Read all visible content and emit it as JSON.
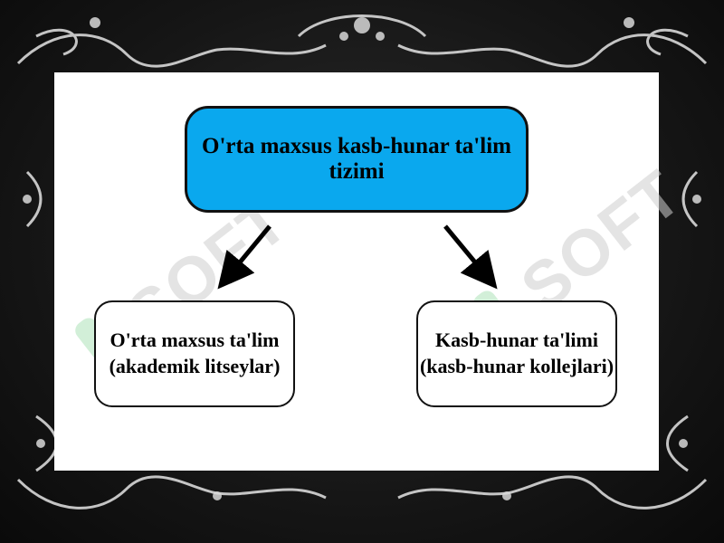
{
  "diagram": {
    "root": {
      "label": "O'rta maxsus kasb-hunar ta'lim tizimi"
    },
    "children": [
      {
        "line1": "O'rta maxsus ta'lim",
        "line2": "(akademik litseylar)"
      },
      {
        "line1": "Kasb-hunar ta'limi",
        "line2": "(kasb-hunar kollejlari)"
      }
    ]
  },
  "watermark": {
    "text": "SOFT"
  },
  "colors": {
    "root_fill": "#0aa8ee",
    "background": "#1a1a1a",
    "ornament": "#d9d9d9"
  }
}
